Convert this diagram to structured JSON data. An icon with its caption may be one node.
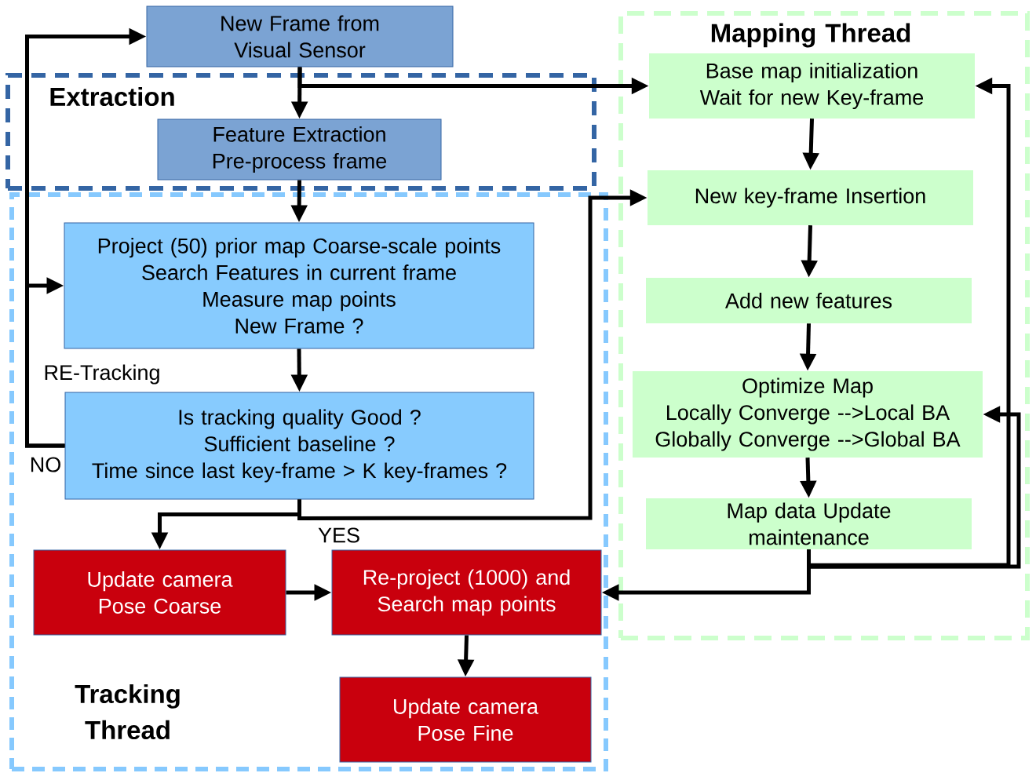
{
  "diagram": {
    "nodes": [
      {
        "text": [
          "New Frame from Visual Sensor"
        ]
      },
      {
        "text": [
          "Extraction"
        ]
      },
      {
        "text": [
          "Feature Extraction Pre-process frame"
        ],
        "in": 1
      },
      {
        "text": [
          "Tracking Thread"
        ]
      },
      {
        "text": [
          "Project (50) prior map Coarse-scale points",
          "Search Features in current frame",
          "Measure map points",
          "New Frame ?"
        ],
        "in": 3
      },
      {
        "text": [
          "Is tracking quality Good ?",
          "Sufficient baseline ?",
          "Time since last key-frame > K key-frames ?"
        ],
        "in": 3
      },
      {
        "text": [
          "Update camera Pose Coarse"
        ],
        "in": 3
      },
      {
        "text": [
          "Re-project (1000) and Search map points"
        ],
        "in": 3
      },
      {
        "text": [
          "Update camera Pose Fine"
        ],
        "in": 3
      },
      {
        "text": [
          "Mapping Thread"
        ]
      },
      {
        "text": [
          "Base map initialization",
          "Wait for new Key-frame"
        ],
        "in": 9
      },
      {
        "text": [
          "New key-frame Insertion"
        ],
        "in": 9
      },
      {
        "text": [
          "Add new features"
        ],
        "in": 9
      },
      {
        "text": [
          "Optimize Map",
          "Locally Converge -->Local BA",
          "Globally Converge -->Global BA"
        ],
        "in": 9
      },
      {
        "text": [
          "Map data Update maintenance"
        ],
        "in": 9
      }
    ],
    "edges": [
      {
        "from": 0,
        "to": 2,
        "arrow": "to"
      },
      {
        "from": 0,
        "to": 10,
        "arrow": "to"
      },
      {
        "from": 2,
        "to": 4,
        "arrow": "to"
      },
      {
        "from": 4,
        "to": 5,
        "arrow": "to"
      },
      {
        "from": 5,
        "to": 0,
        "arrow": "to",
        "label": "NO"
      },
      {
        "from": 5,
        "to": 4,
        "arrow": "to",
        "label": "RE-Tracking"
      },
      {
        "from": 5,
        "to": 6,
        "arrow": "to"
      },
      {
        "from": 5,
        "to": 11,
        "arrow": "to",
        "label": "YES"
      },
      {
        "from": 6,
        "to": 7,
        "arrow": "to"
      },
      {
        "from": 7,
        "to": 8,
        "arrow": "to"
      },
      {
        "from": 10,
        "to": 11,
        "arrow": "to"
      },
      {
        "from": 11,
        "to": 12,
        "arrow": "to"
      },
      {
        "from": 12,
        "to": 13,
        "arrow": "to"
      },
      {
        "from": 13,
        "to": 14,
        "arrow": "to"
      },
      {
        "from": 14,
        "to": 7,
        "arrow": "to"
      },
      {
        "from": 14,
        "to": 10,
        "arrow": "to"
      },
      {
        "from": 14,
        "to": 13,
        "arrow": "to"
      }
    ]
  }
}
